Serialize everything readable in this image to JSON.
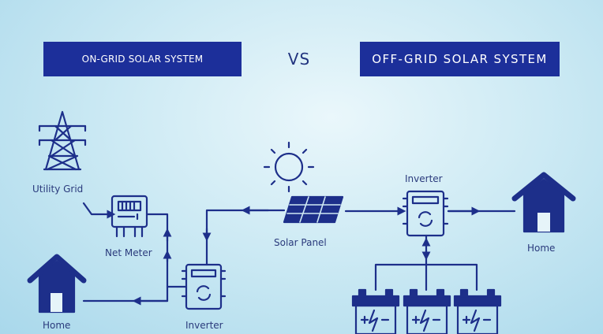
{
  "banners": {
    "left": "ON-GRID SOLAR SYSTEM",
    "right": "OFF-GRID SOLAR SYSTEM"
  },
  "vs": "VS",
  "labels": {
    "utility_grid": "Utility Grid",
    "net_meter": "Net Meter",
    "home_left": "Home",
    "inverter_left": "Inverter",
    "solar_panel": "Solar Panel",
    "inverter_right": "Inverter",
    "home_right": "Home"
  },
  "colors": {
    "banner": "#1c2f9a",
    "line": "#1d2f8a",
    "background": "#cdeaf4"
  }
}
